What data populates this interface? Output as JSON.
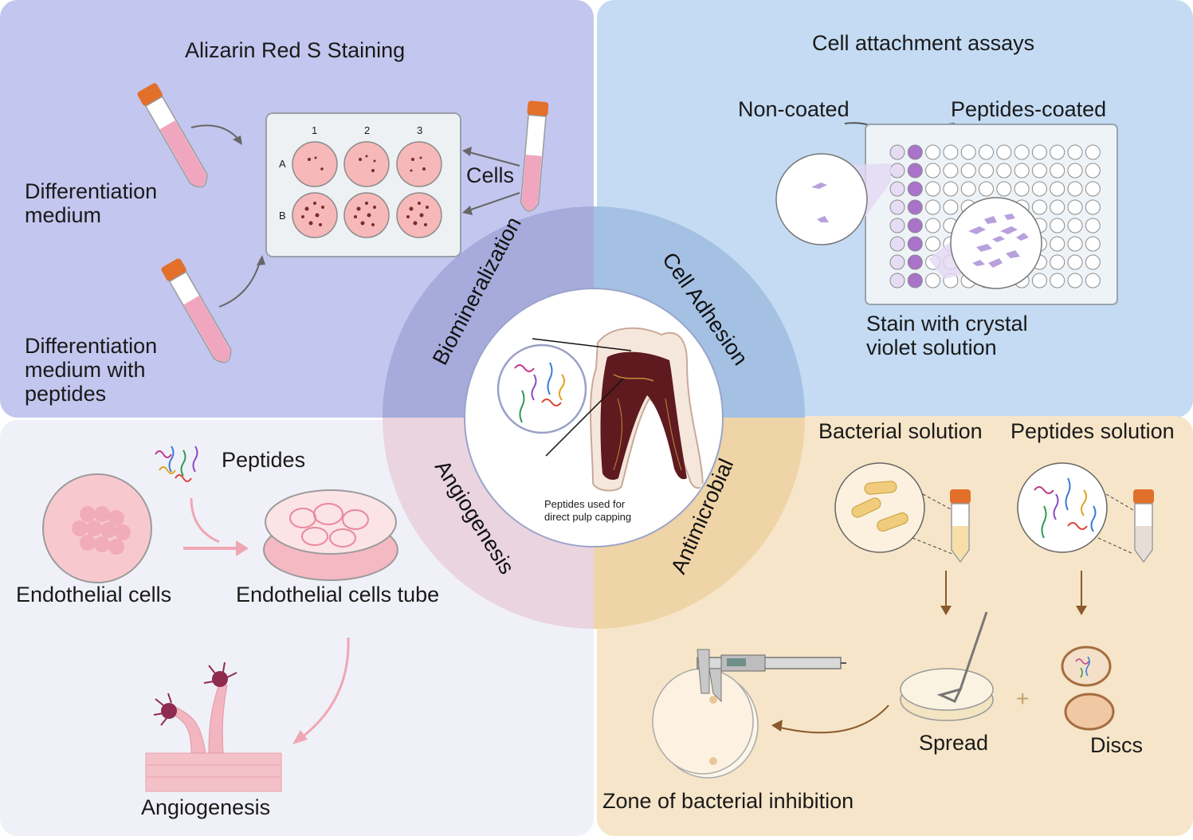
{
  "colors": {
    "biomineralization_bg": "#c3c6ee",
    "cell_adhesion_bg": "#c4dbf3",
    "angiogenesis_bg": "#f0f1f8",
    "antimicrobial_bg": "#f6e5c8",
    "ring_bio": "#a6abdc",
    "ring_adh": "#a4c1e4",
    "ring_ang": "#ead4e0",
    "ring_anti": "#efd4a7",
    "tube_cap": "#e2702a",
    "tube_pink": "#f0a6bf",
    "dish_pink": "#f7c9cf",
    "well_purple": "#a873c9",
    "cell_violet": "#b7a1dc",
    "tooth_dark": "#5e1a1f",
    "disc_brown": "#a56d3f",
    "peptide_colors": [
      "#c0398b",
      "#3a7bd5",
      "#2e9b53",
      "#e0a31e",
      "#8a4ac6",
      "#d9463b"
    ]
  },
  "center": {
    "ring_labels": {
      "top_left": "Biomineralization",
      "top_right": "Cell Adhesion",
      "bottom_left": "Angiogenesis",
      "bottom_right": "Antimicrobial"
    },
    "caption_line1": "Peptides used for",
    "caption_line2": "direct pulp capping"
  },
  "biomineralization_panel": {
    "title": "Alizarin Red S Staining",
    "label_medium_line1": "Differentiation",
    "label_medium_line2": "medium",
    "label_peptides_line1": "Differentiation",
    "label_peptides_line2": "medium with",
    "label_peptides_line3": "peptides",
    "cells_label": "Cells",
    "plate_columns": [
      "1",
      "2",
      "3"
    ],
    "plate_rows": [
      "A",
      "B"
    ]
  },
  "cell_adhesion_panel": {
    "title": "Cell attachment  assays",
    "non_coated": "Non-coated",
    "peptides_coated": "Peptides-coated",
    "stain_line1": "Stain with crystal",
    "stain_line2": "violet solution"
  },
  "angiogenesis_panel": {
    "peptides_label": "Peptides",
    "endothelial_cells": "Endothelial cells",
    "endothelial_tube": "Endothelial cells tube",
    "angiogenesis": "Angiogenesis"
  },
  "antimicrobial_panel": {
    "bacterial_solution": "Bacterial solution",
    "peptides_solution": "Peptides solution",
    "spread": "Spread",
    "discs": "Discs",
    "plus": "+",
    "zone": "Zone of bacterial inhibition"
  }
}
